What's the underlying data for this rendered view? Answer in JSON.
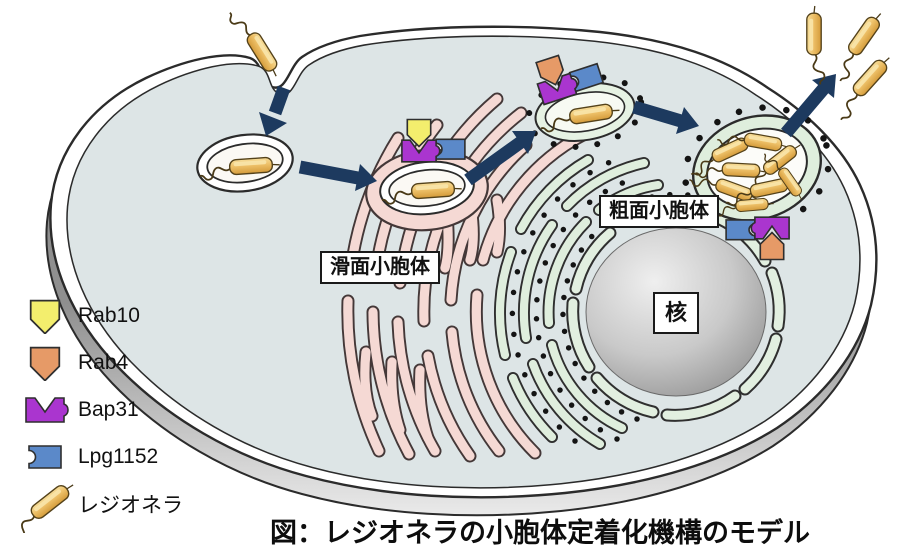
{
  "caption": "図：レジオネラの小胞体定着化機構のモデル",
  "organelle_labels": {
    "smooth_er": "滑面小胞体",
    "rough_er": "粗面小胞体",
    "nucleus": "核"
  },
  "legend": {
    "items": [
      {
        "label": "Rab10",
        "icon": "rab10-pentagon-icon",
        "color": "#f3ee6d"
      },
      {
        "label": "Rab4",
        "icon": "rab4-pentagon-icon",
        "color": "#e69a67"
      },
      {
        "label": "Bap31",
        "icon": "bap31-puzzle-icon",
        "color": "#aa35cf"
      },
      {
        "label": "Lpg1152",
        "icon": "lpg1152-socket-icon",
        "color": "#5b89c9"
      },
      {
        "label": "レジオネラ",
        "icon": "legionella-bacterium-icon",
        "color": "#eec169"
      }
    ]
  },
  "colors": {
    "arrow": "#1d3a5f",
    "outline": "#2b2b2b",
    "cell_interior": "#dde5e6",
    "membrane": "#ffffff",
    "smooth_er": "#f5d9d4",
    "smooth_er_outline": "#443838",
    "rough_er": "#dfeedd",
    "nucleus_gray": "#b9b9b9",
    "bacterium_body": "#eec169",
    "ribosome_dot": "#141414"
  }
}
